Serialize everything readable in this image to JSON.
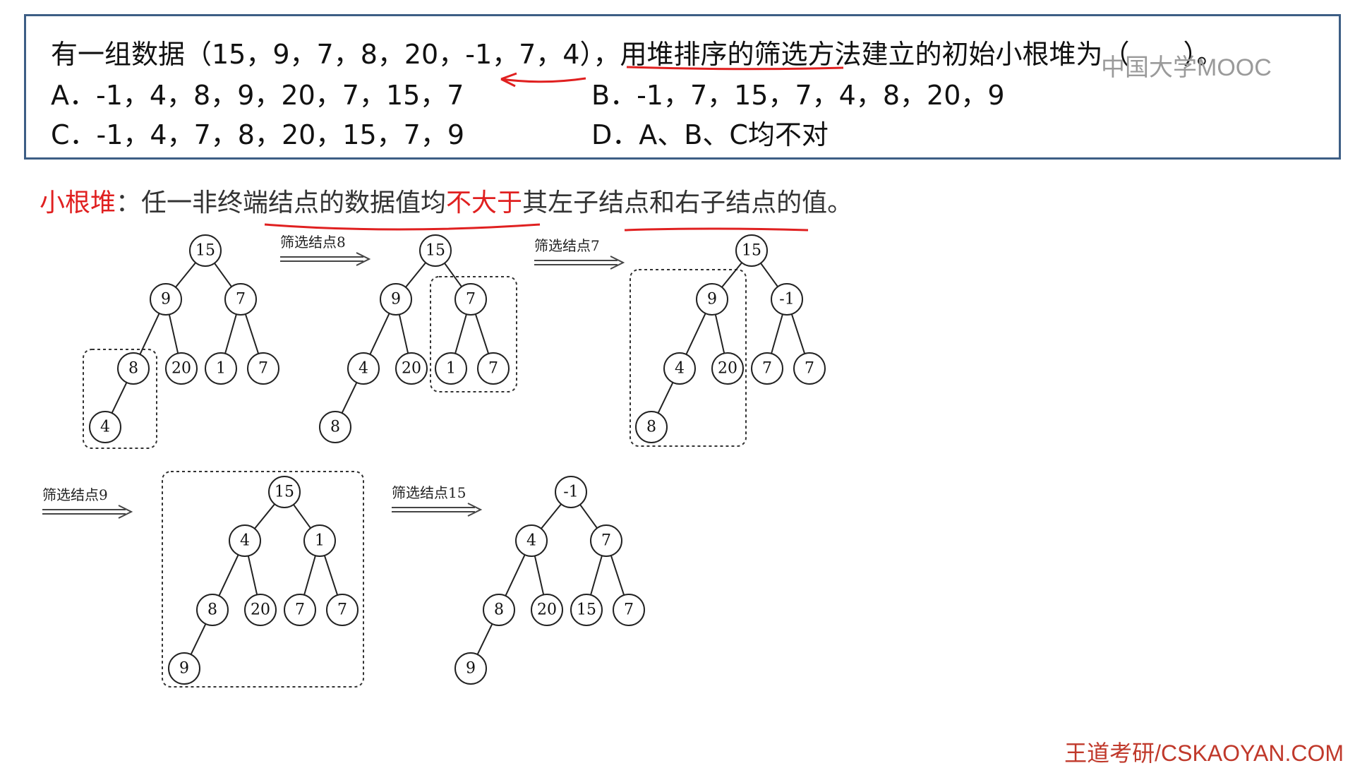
{
  "question": {
    "title": "有一组数据（15，9，7，8，20，-1，7，4），用堆排序的筛选方法建立的初始小根堆为（　　）。",
    "options": {
      "a": "A．-1，4，8，9，20，7，15，7",
      "b": "B．-1，7，15，7，4，8，20，9",
      "c": "C．-1，4，7，8，20，15，7，9",
      "d": "D．A、B、C均不对"
    }
  },
  "watermark": "中国大学MOOC",
  "definition": {
    "term": "小根堆",
    "colon": "：",
    "part1": "任一非终端结点的数据值均",
    "highlight": "不大于",
    "part2": "其左子结点和右子结点的值。"
  },
  "steps": [
    {
      "label": "筛选结点8"
    },
    {
      "label": "筛选结点7"
    },
    {
      "label": "筛选结点9"
    },
    {
      "label": "筛选结点15"
    }
  ],
  "trees": [
    {
      "nodes": [
        "15",
        "9",
        "7",
        "8",
        "20",
        "1",
        "7",
        "4"
      ]
    },
    {
      "nodes": [
        "15",
        "9",
        "7",
        "4",
        "20",
        "1",
        "7",
        "8"
      ]
    },
    {
      "nodes": [
        "15",
        "9",
        "-1",
        "4",
        "20",
        "7",
        "7",
        "8"
      ]
    },
    {
      "nodes": [
        "15",
        "4",
        "1",
        "8",
        "20",
        "7",
        "7",
        "9"
      ]
    },
    {
      "nodes": [
        "-1",
        "4",
        "7",
        "8",
        "20",
        "15",
        "7",
        "9"
      ]
    }
  ],
  "footer": "王道考研/CSKAOYAN.COM",
  "colors": {
    "border": "#3d5e85",
    "accent_red": "#e02020",
    "footer": "#c0392b"
  }
}
